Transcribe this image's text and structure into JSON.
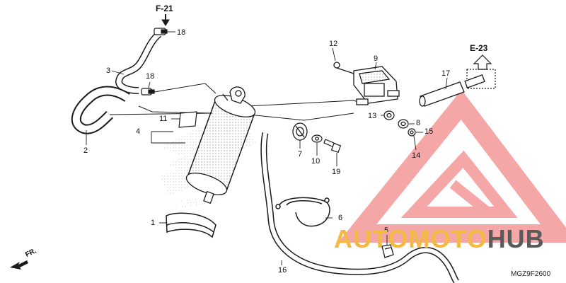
{
  "diagram": {
    "references": {
      "top": "F-21",
      "right": "E-23"
    },
    "direction_marker": "FR.",
    "diagram_code": "MGZ9F2600",
    "watermark": {
      "part1": "AUTO",
      "part2": "MOTO",
      "part3": "HUB",
      "color1": "#f4b942",
      "color2": "#f4b942",
      "color3": "#5a5a5a",
      "logo_color": "#f28a8a"
    },
    "part_numbers": {
      "p1": "1",
      "p2": "2",
      "p3": "3",
      "p4": "4",
      "p5": "5",
      "p6": "6",
      "p7": "7",
      "p8": "8",
      "p9": "9",
      "p10": "10",
      "p11": "11",
      "p12": "12",
      "p13": "13",
      "p14": "14",
      "p15": "15",
      "p16": "16",
      "p17": "17",
      "p18a": "18",
      "p18b": "18",
      "p19": "19"
    },
    "line_color": "#1a1a1a",
    "callout_red": "#d83a3a"
  }
}
